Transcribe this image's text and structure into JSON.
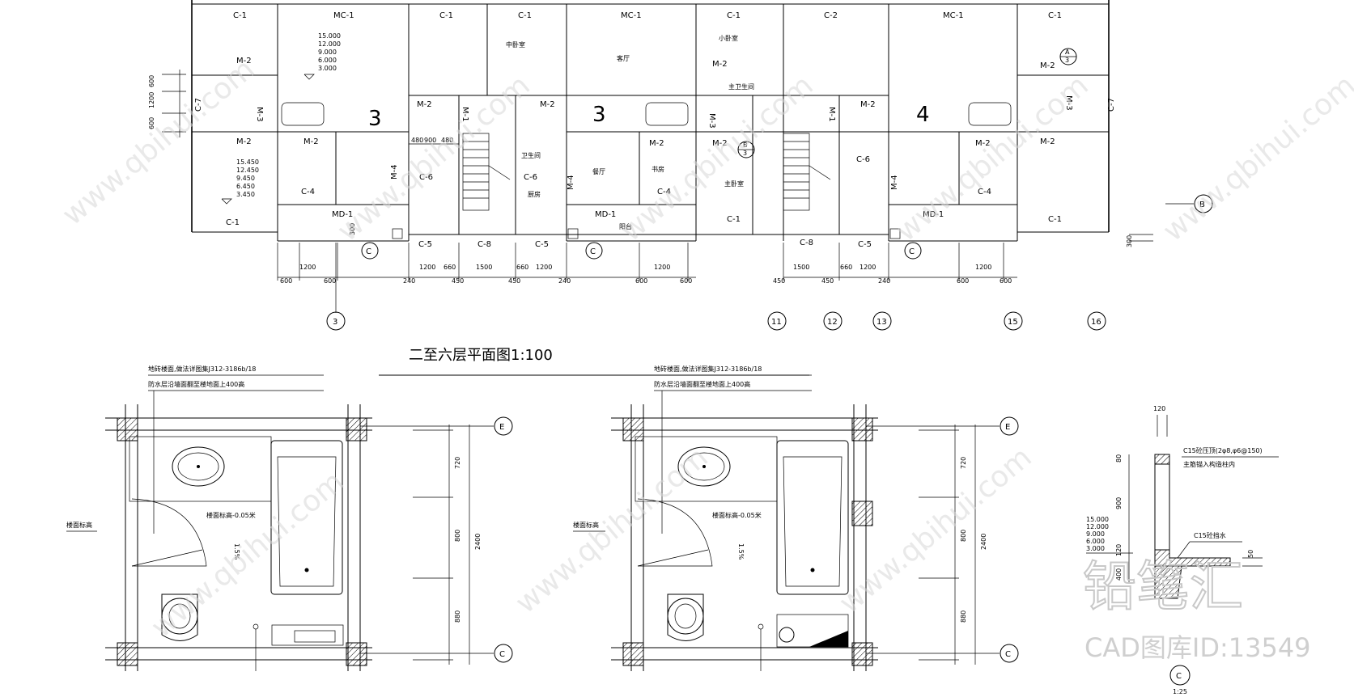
{
  "plan": {
    "title": "二至六层平面图1:100",
    "top_labels": [
      "C-1",
      "MC-1",
      "C-1",
      "C-1",
      "MC-1",
      "C-1",
      "C-2",
      "MC-1",
      "C-1"
    ],
    "room_labels": [
      "中卧室",
      "客厅",
      "小卧室",
      "主卫生间",
      "卫生间",
      "厨房",
      "餐厅",
      "书房",
      "主卧室",
      "阳台"
    ],
    "door_labels": [
      "M-2",
      "M-3",
      "M-2",
      "M-2",
      "M-1",
      "M-1",
      "M-2",
      "M-3",
      "M-2",
      "M-2",
      "M-2",
      "M-2",
      "M-2",
      "M-2",
      "M-2",
      "M-4",
      "M-4",
      "M-4",
      "M-3"
    ],
    "window_labels": [
      "C-7",
      "C-7",
      "C-4",
      "C-6",
      "C-6",
      "C-4",
      "C-6",
      "C-4",
      "C-1",
      "C-1",
      "C-1",
      "C-5",
      "C-8",
      "C-5",
      "C-8",
      "C-5",
      "MD-1",
      "MD-1",
      "MD-1"
    ],
    "unit_numbers": [
      "3",
      "3",
      "4"
    ],
    "elev_left_top": [
      "15.000",
      "12.000",
      "9.000",
      "6.000",
      "3.000"
    ],
    "elev_left_mid": [
      "15.450",
      "12.450",
      "9.450",
      "6.450",
      "3.450"
    ],
    "dims_left_vertical": [
      "600",
      "1200",
      "600"
    ],
    "dims_bottom": [
      "600",
      "1200",
      "600",
      "240",
      "1200",
      "660",
      "450",
      "1500",
      "450",
      "660",
      "1200",
      "240",
      "600",
      "1200",
      "600",
      "450",
      "1500",
      "450",
      "660",
      "1200",
      "240",
      "600",
      "1200",
      "600"
    ],
    "dims_small": [
      "480",
      "900",
      "480"
    ],
    "dim_300": "300",
    "axis_numbers": [
      "3",
      "11",
      "12",
      "13",
      "15",
      "16"
    ],
    "axis_b": "B",
    "section_c": "C",
    "detail_a": "A",
    "detail_a_sub": "3",
    "detail_b": "B",
    "detail_b_sub": "3"
  },
  "bath_left": {
    "note1": "地砖楼面,做法详图集J312-3186b/18",
    "note2": "防水层沿墙面翻至楼地面上400高",
    "floor_mark": "楼面标高",
    "floor_level": "楼面标高-0.05米",
    "slope": "1.5%",
    "axis_top": "E",
    "axis_bottom": "C",
    "dims": [
      "720",
      "800",
      "880"
    ],
    "dim_total": "2400"
  },
  "bath_right": {
    "note1": "地砖楼面,做法详图集J312-3186b/18",
    "note2": "防水层沿墙面翻至楼地面上400高",
    "floor_mark": "楼面标高",
    "floor_level": "楼面标高-0.05米",
    "slope": "1.5%",
    "axis_top": "E",
    "axis_bottom": "C",
    "dims": [
      "720",
      "800",
      "880"
    ],
    "dim_total": "2400"
  },
  "detail": {
    "dim_top": "120",
    "note1": "C15砼压顶(2φ8,φ6@150)",
    "note2": "主筋锚入构造柱内",
    "dims": [
      "80",
      "900",
      "120",
      "400"
    ],
    "elevs": [
      "15.000",
      "12.000",
      "9.000",
      "6.000",
      "3.000"
    ],
    "c15_label": "C15砼挡水",
    "dim_50": "50",
    "scale": "1:25",
    "mark": "C"
  },
  "watermark": {
    "text": "www.qbihui.com",
    "brand": "铅笔汇",
    "brand_id": "CAD图库ID:13549"
  }
}
